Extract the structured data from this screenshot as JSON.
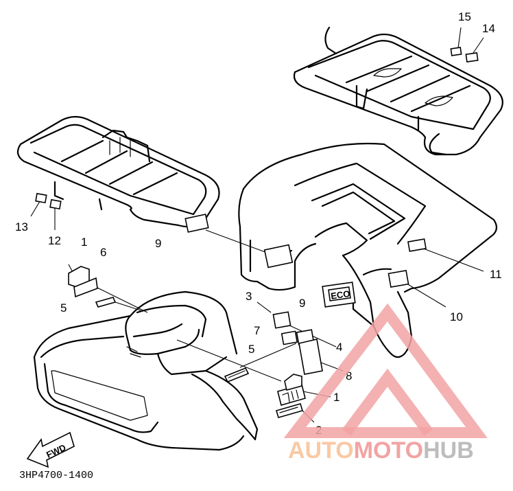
{
  "callouts": [
    {
      "id": "c1a",
      "label": "1"
    },
    {
      "id": "c1b",
      "label": "1"
    },
    {
      "id": "c2",
      "label": "2"
    },
    {
      "id": "c3",
      "label": "3"
    },
    {
      "id": "c4",
      "label": "4"
    },
    {
      "id": "c5a",
      "label": "5"
    },
    {
      "id": "c5b",
      "label": "5"
    },
    {
      "id": "c6",
      "label": "6"
    },
    {
      "id": "c7",
      "label": "7"
    },
    {
      "id": "c8",
      "label": "8"
    },
    {
      "id": "c9a",
      "label": "9"
    },
    {
      "id": "c9b",
      "label": "9"
    },
    {
      "id": "c10",
      "label": "10"
    },
    {
      "id": "c11",
      "label": "11"
    },
    {
      "id": "c12",
      "label": "12"
    },
    {
      "id": "c13",
      "label": "13"
    },
    {
      "id": "c14",
      "label": "14"
    },
    {
      "id": "c15",
      "label": "15"
    }
  ],
  "diagram_code": "3HP4700-1400",
  "direction_arrow": {
    "label": "FWD",
    "icon": "fwd-arrow-icon"
  },
  "decal_texts": {
    "eco": "ECO"
  },
  "watermark": {
    "part1": "AUTO",
    "part2": "MOTO",
    "part3": "HUB",
    "colors": {
      "auto": "#f9c9a3",
      "moto": "#f2a3a3",
      "hub": "#bdbdbd"
    }
  }
}
